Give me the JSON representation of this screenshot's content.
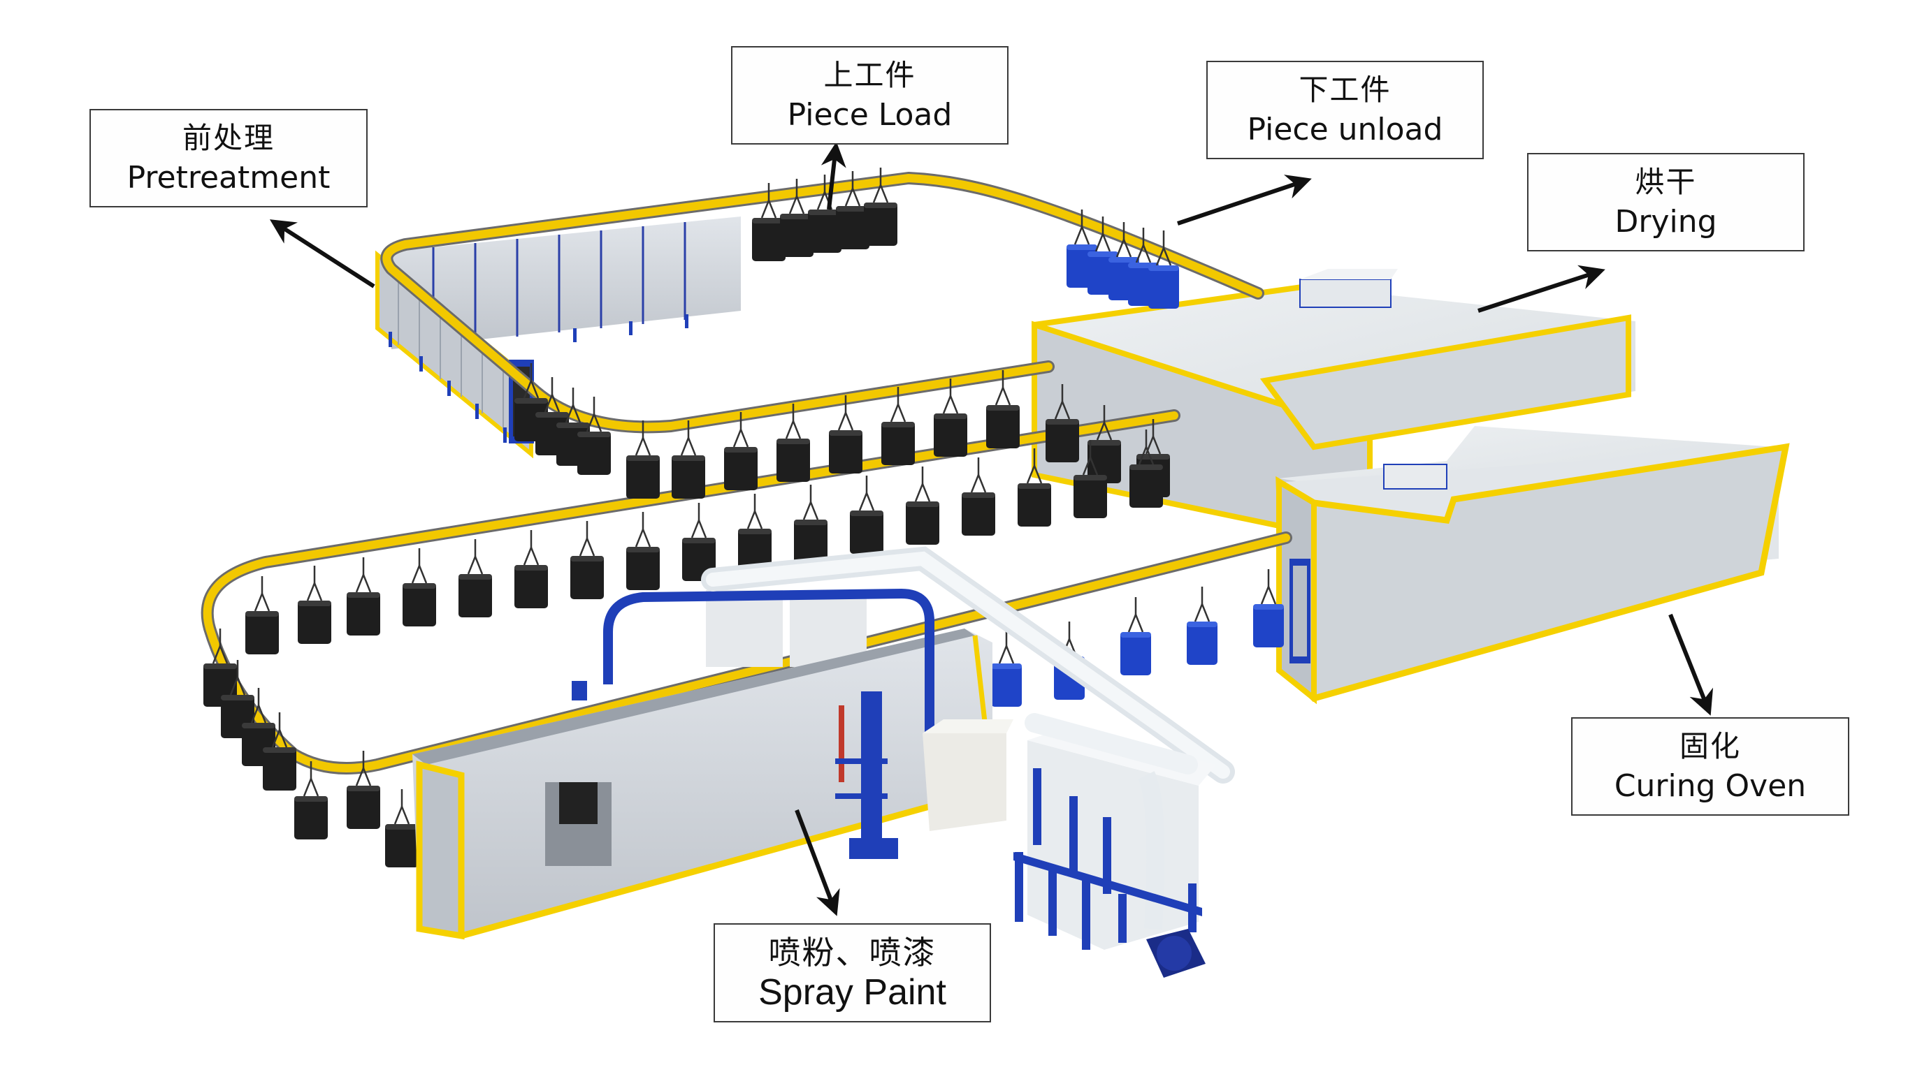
{
  "diagram": {
    "type": "process-flow-3d",
    "subject": "Powder coating / painting production line",
    "colors": {
      "conveyor_rail": "#f2c800",
      "trim_yellow": "#f5d000",
      "panel_gray": "#c9cdd3",
      "panel_light": "#e4e8ec",
      "accent_blue": "#1f3fb8",
      "workpiece_unpainted": "#1e1e1e",
      "workpiece_painted": "#1f44c8",
      "label_border": "#3a3a3a",
      "arrow": "#111111"
    }
  },
  "labels": {
    "pretreatment": {
      "zh": "前处理",
      "en": "Pretreatment"
    },
    "piece_load": {
      "zh": "上工件",
      "en": "Piece Load"
    },
    "piece_unload": {
      "zh": "下工件",
      "en": "Piece unload"
    },
    "drying": {
      "zh": "烘干",
      "en": "Drying"
    },
    "curing_oven": {
      "zh": "固化",
      "en": "Curing Oven"
    },
    "spray_paint": {
      "zh": "喷粉、喷漆",
      "en": "Spray Paint"
    }
  },
  "process_sequence": [
    "Piece Load",
    "Pretreatment",
    "Drying",
    "Spray Paint",
    "Curing Oven",
    "Piece unload"
  ]
}
